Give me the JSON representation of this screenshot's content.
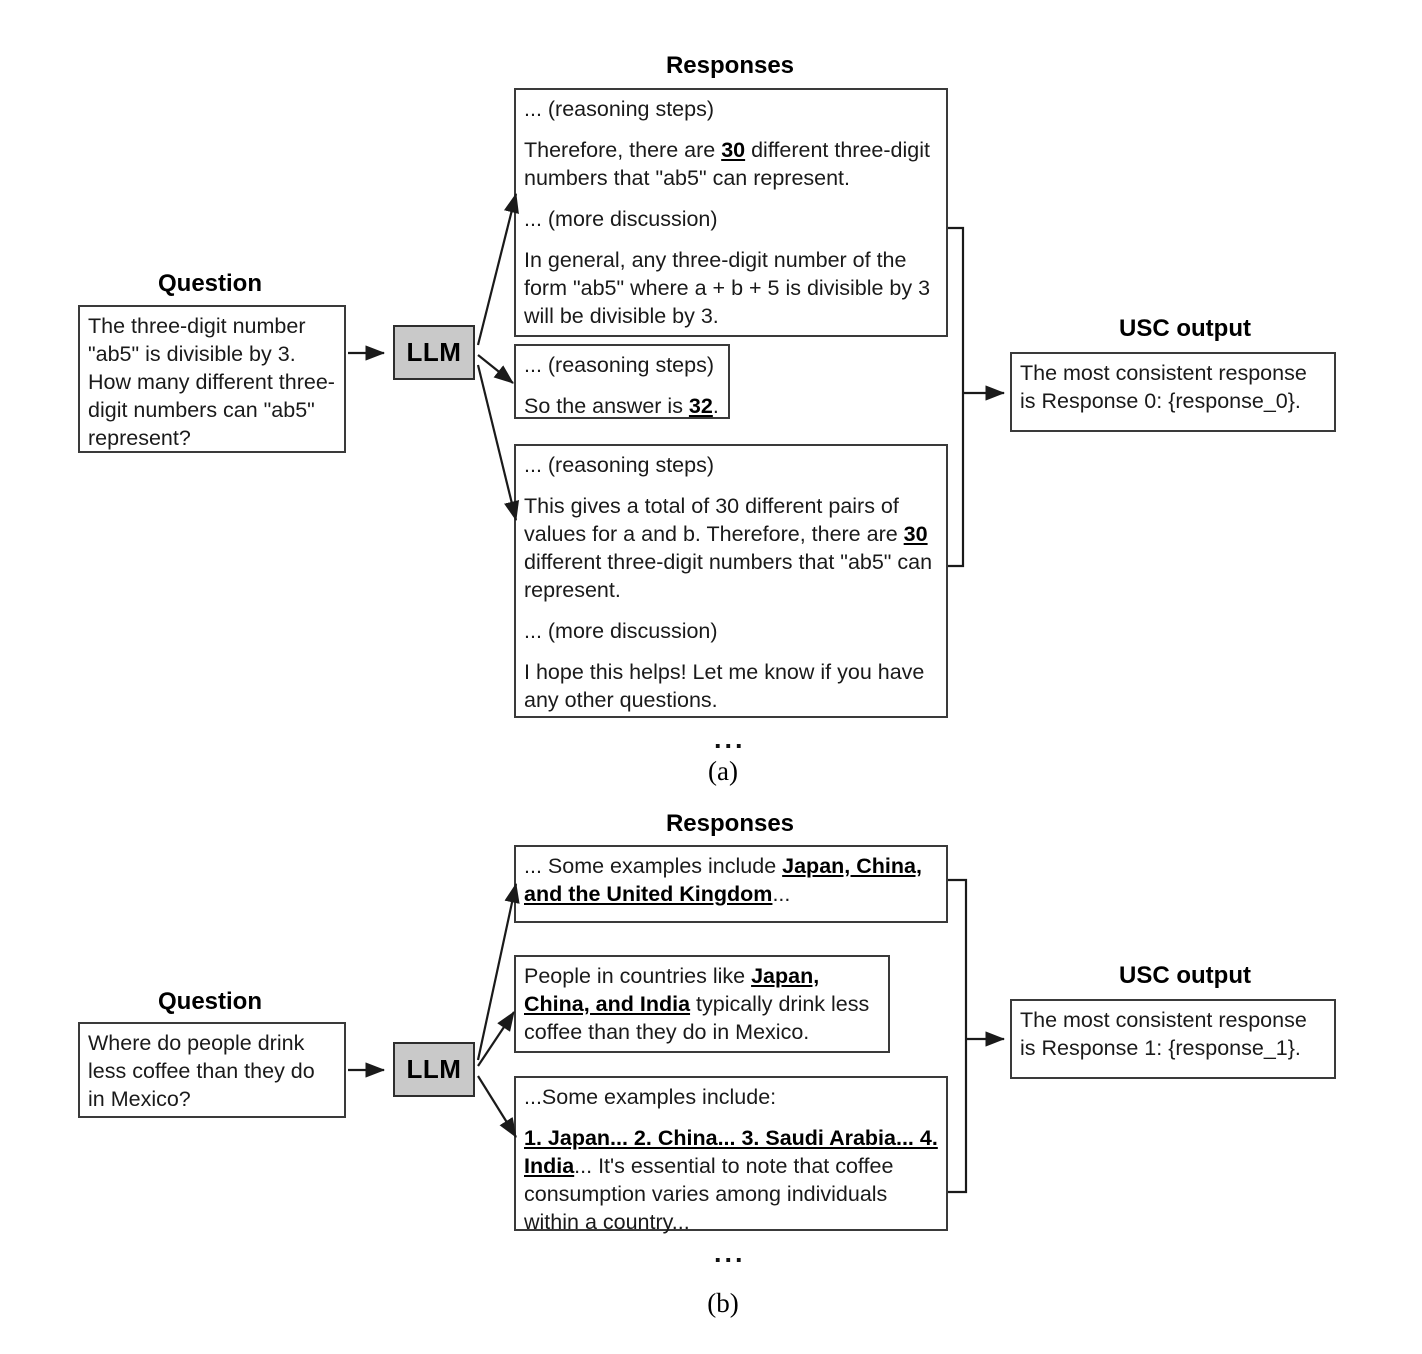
{
  "figure": {
    "panels": [
      {
        "id": "a",
        "caption": "(a)",
        "question_heading": "Question",
        "responses_heading": "Responses",
        "usc_heading": "USC output",
        "llm_label": "LLM",
        "ellipsis": "...",
        "question_text": "The three-digit number \"ab5\" is divisible by 3. How many different three-digit numbers can \"ab5\" represent?",
        "usc_text": "The most consistent response is Response 0: {response_0}.",
        "responses": [
          {
            "id": "response-0",
            "paragraphs": [
              {
                "parts": [
                  {
                    "text": "... (reasoning steps)",
                    "style": "plain"
                  }
                ]
              },
              {
                "parts": [
                  {
                    "text": "Therefore, there are ",
                    "style": "plain"
                  },
                  {
                    "text": "30",
                    "style": "highlight"
                  },
                  {
                    "text": " different three-digit numbers that \"ab5\" can represent.",
                    "style": "plain"
                  }
                ]
              },
              {
                "parts": [
                  {
                    "text": "... (more discussion)",
                    "style": "plain"
                  }
                ]
              },
              {
                "parts": [
                  {
                    "text": "In general, any three-digit number of the form \"ab5\" where a + b + 5 is divisible by 3 will be divisible by 3.",
                    "style": "plain"
                  }
                ]
              }
            ]
          },
          {
            "id": "response-1",
            "paragraphs": [
              {
                "parts": [
                  {
                    "text": "... (reasoning steps)",
                    "style": "plain"
                  }
                ]
              },
              {
                "parts": [
                  {
                    "text": "So the answer is ",
                    "style": "plain"
                  },
                  {
                    "text": "32",
                    "style": "highlight"
                  },
                  {
                    "text": ".",
                    "style": "plain"
                  }
                ]
              }
            ]
          },
          {
            "id": "response-2",
            "paragraphs": [
              {
                "parts": [
                  {
                    "text": "... (reasoning steps)",
                    "style": "plain"
                  }
                ]
              },
              {
                "parts": [
                  {
                    "text": "This gives a total of 30 different pairs of values for a and b. Therefore, there are ",
                    "style": "plain"
                  },
                  {
                    "text": "30",
                    "style": "highlight"
                  },
                  {
                    "text": " different three-digit numbers that \"ab5\" can represent.",
                    "style": "plain"
                  }
                ]
              },
              {
                "parts": [
                  {
                    "text": "... (more discussion)",
                    "style": "plain"
                  }
                ]
              },
              {
                "parts": [
                  {
                    "text": "I hope this helps! Let me know if you have any other questions.",
                    "style": "plain"
                  }
                ]
              }
            ]
          }
        ]
      },
      {
        "id": "b",
        "caption": "(b)",
        "question_heading": "Question",
        "responses_heading": "Responses",
        "usc_heading": "USC output",
        "llm_label": "LLM",
        "ellipsis": "...",
        "question_text": "Where do people drink less coffee than they do in Mexico?",
        "usc_text": "The most consistent response is Response 1: {response_1}.",
        "responses": [
          {
            "id": "response-0",
            "paragraphs": [
              {
                "parts": [
                  {
                    "text": "... Some examples include ",
                    "style": "plain"
                  },
                  {
                    "text": "Japan, China, and the United Kingdom",
                    "style": "highlight"
                  },
                  {
                    "text": "...",
                    "style": "plain"
                  }
                ]
              }
            ]
          },
          {
            "id": "response-1",
            "paragraphs": [
              {
                "parts": [
                  {
                    "text": "People in countries like ",
                    "style": "plain"
                  },
                  {
                    "text": "Japan, China, and India",
                    "style": "highlight"
                  },
                  {
                    "text": " typically drink less coffee than they do in Mexico.",
                    "style": "plain"
                  }
                ]
              }
            ]
          },
          {
            "id": "response-2",
            "paragraphs": [
              {
                "parts": [
                  {
                    "text": "...Some examples include:",
                    "style": "plain"
                  }
                ]
              },
              {
                "parts": [
                  {
                    "text": "1. Japan... 2. China... 3. Saudi Arabia... 4. India",
                    "style": "highlight"
                  },
                  {
                    "text": "... It's essential to note that coffee consumption varies among individuals within a country...",
                    "style": "plain"
                  }
                ]
              }
            ]
          }
        ]
      }
    ]
  },
  "colors": {
    "llm_fill": "#c9c9c9",
    "box_border": "#3a3a3a",
    "arrow": "#1a1a1a",
    "text": "#1a1a1a"
  }
}
